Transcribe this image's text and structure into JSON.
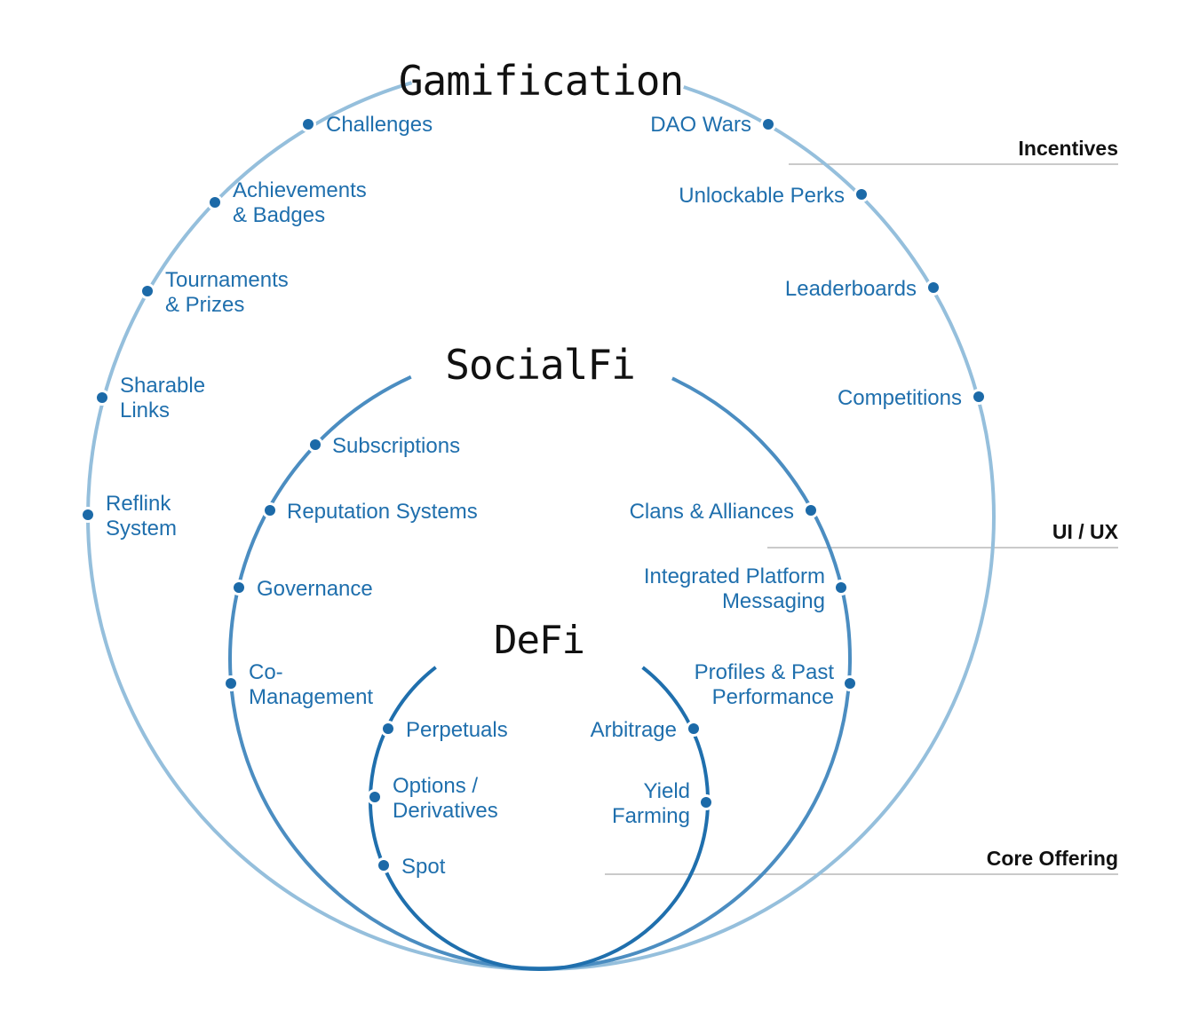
{
  "colors": {
    "outer_ring": "#95bfdc",
    "middle_ring": "#4b8dc1",
    "inner_ring": "#1f6fad",
    "dot": "#1c6aa8",
    "item_text": "#1f6fad",
    "title_text": "#111111",
    "divider": "#b9b9b9"
  },
  "rings": [
    {
      "id": "gamification",
      "title": "Gamification",
      "items": [
        {
          "label": "Challenges",
          "side": "left"
        },
        {
          "label": "Achievements\n& Badges",
          "side": "left"
        },
        {
          "label": "Tournaments\n& Prizes",
          "side": "left"
        },
        {
          "label": "Sharable\nLinks",
          "side": "left"
        },
        {
          "label": "Reflink\nSystem",
          "side": "left"
        },
        {
          "label": "DAO Wars",
          "side": "right"
        },
        {
          "label": "Unlockable Perks",
          "side": "right"
        },
        {
          "label": "Leaderboards",
          "side": "right"
        },
        {
          "label": "Competitions",
          "side": "right"
        }
      ]
    },
    {
      "id": "socialfi",
      "title": "SocialFi",
      "items": [
        {
          "label": "Subscriptions",
          "side": "left"
        },
        {
          "label": "Reputation Systems",
          "side": "left"
        },
        {
          "label": "Governance",
          "side": "left"
        },
        {
          "label": "Co-\nManagement",
          "side": "left"
        },
        {
          "label": "Clans & Alliances",
          "side": "right"
        },
        {
          "label": "Integrated Platform\nMessaging",
          "side": "right"
        },
        {
          "label": "Profiles & Past\nPerformance",
          "side": "right"
        }
      ]
    },
    {
      "id": "defi",
      "title": "DeFi",
      "items": [
        {
          "label": "Perpetuals",
          "side": "left"
        },
        {
          "label": "Options /\nDerivatives",
          "side": "left"
        },
        {
          "label": "Spot",
          "side": "left"
        },
        {
          "label": "Arbitrage",
          "side": "right"
        },
        {
          "label": "Yield\nFarming",
          "side": "right"
        }
      ]
    }
  ],
  "layers": [
    {
      "label": "Incentives"
    },
    {
      "label": "UI / UX"
    },
    {
      "label": "Core Offering"
    }
  ]
}
